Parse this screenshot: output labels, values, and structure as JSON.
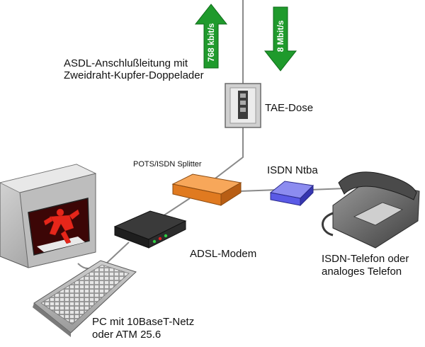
{
  "labels": {
    "adsl_line": [
      "ASDL-Anschlußleitung mit",
      "Zweidraht-Kupfer-Doppelader"
    ],
    "tae": "TAE-Dose",
    "splitter": "POTS/ISDN Splitter",
    "ntba": "ISDN Ntba",
    "modem": "ADSL-Modem",
    "phone": [
      "ISDN-Telefon oder",
      "analoges Telefon"
    ],
    "pc": [
      "PC mit 10BaseT-Netz",
      "oder ATM 25.6"
    ]
  },
  "arrows": {
    "upstream": {
      "text": "768 kbit/s",
      "direction": "up"
    },
    "downstream": {
      "text": "8 Mbit/s",
      "direction": "down"
    }
  },
  "colors": {
    "arrow_green": "#1f9a2c",
    "splitter_orange": "#f08a2c",
    "ntba_blue": "#5a5ae6",
    "cable": "#8a8a8a"
  }
}
